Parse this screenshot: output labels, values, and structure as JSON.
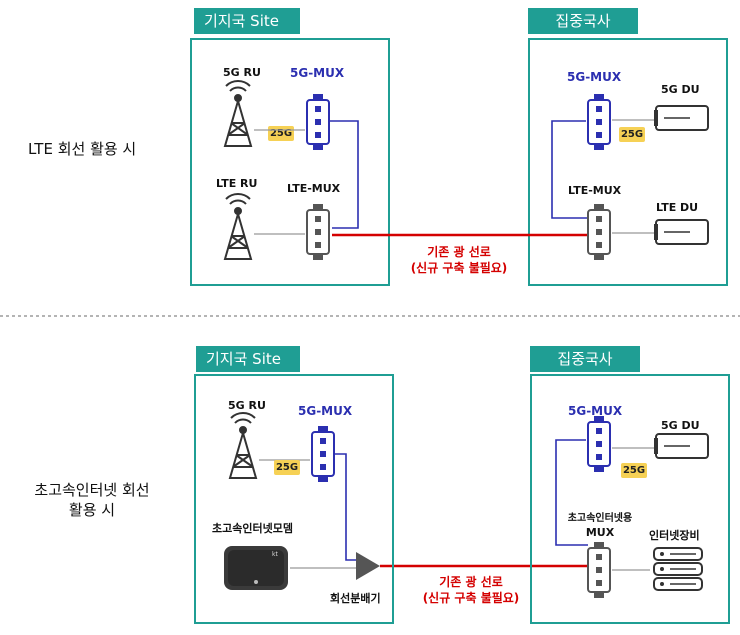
{
  "top": {
    "side_label": "LTE 회선 활용 시",
    "site_tab": "기지국 Site",
    "center_tab": "집중국사",
    "ru5g": "5G RU",
    "mux5g_site": "5G-MUX",
    "badge_site": "25G",
    "lte_ru": "LTE RU",
    "lte_mux_site": "LTE-MUX",
    "mux5g_center": "5G-MUX",
    "badge_center": "25G",
    "du5g": "5G DU",
    "lte_mux_center": "LTE-MUX",
    "lte_du": "LTE DU",
    "fiber_line1": "기존 광 선로",
    "fiber_line2": "(신규 구축 불필요)"
  },
  "bottom": {
    "side_label_line1": "초고속인터넷 회선",
    "side_label_line2": "활용 시",
    "site_tab": "기지국 Site",
    "center_tab": "집중국사",
    "ru5g": "5G RU",
    "mux5g_site": "5G-MUX",
    "badge_site": "25G",
    "modem": "초고속인터넷모뎀",
    "modem_brand": "kt",
    "splitter": "회선분배기",
    "mux5g_center": "5G-MUX",
    "badge_center": "25G",
    "du5g": "5G DU",
    "inet_mux_line1": "초고속인터넷용",
    "inet_mux_line2": "MUX",
    "inet_equip": "인터넷장비",
    "fiber_line1": "기존 광 선로",
    "fiber_line2": "(신규 구축 불필요)"
  },
  "colors": {
    "teal": "#1f9e94",
    "mux5g_blue": "#2b2fb0",
    "fiber_red": "#d40000",
    "badge_yellow": "#f6d155"
  }
}
